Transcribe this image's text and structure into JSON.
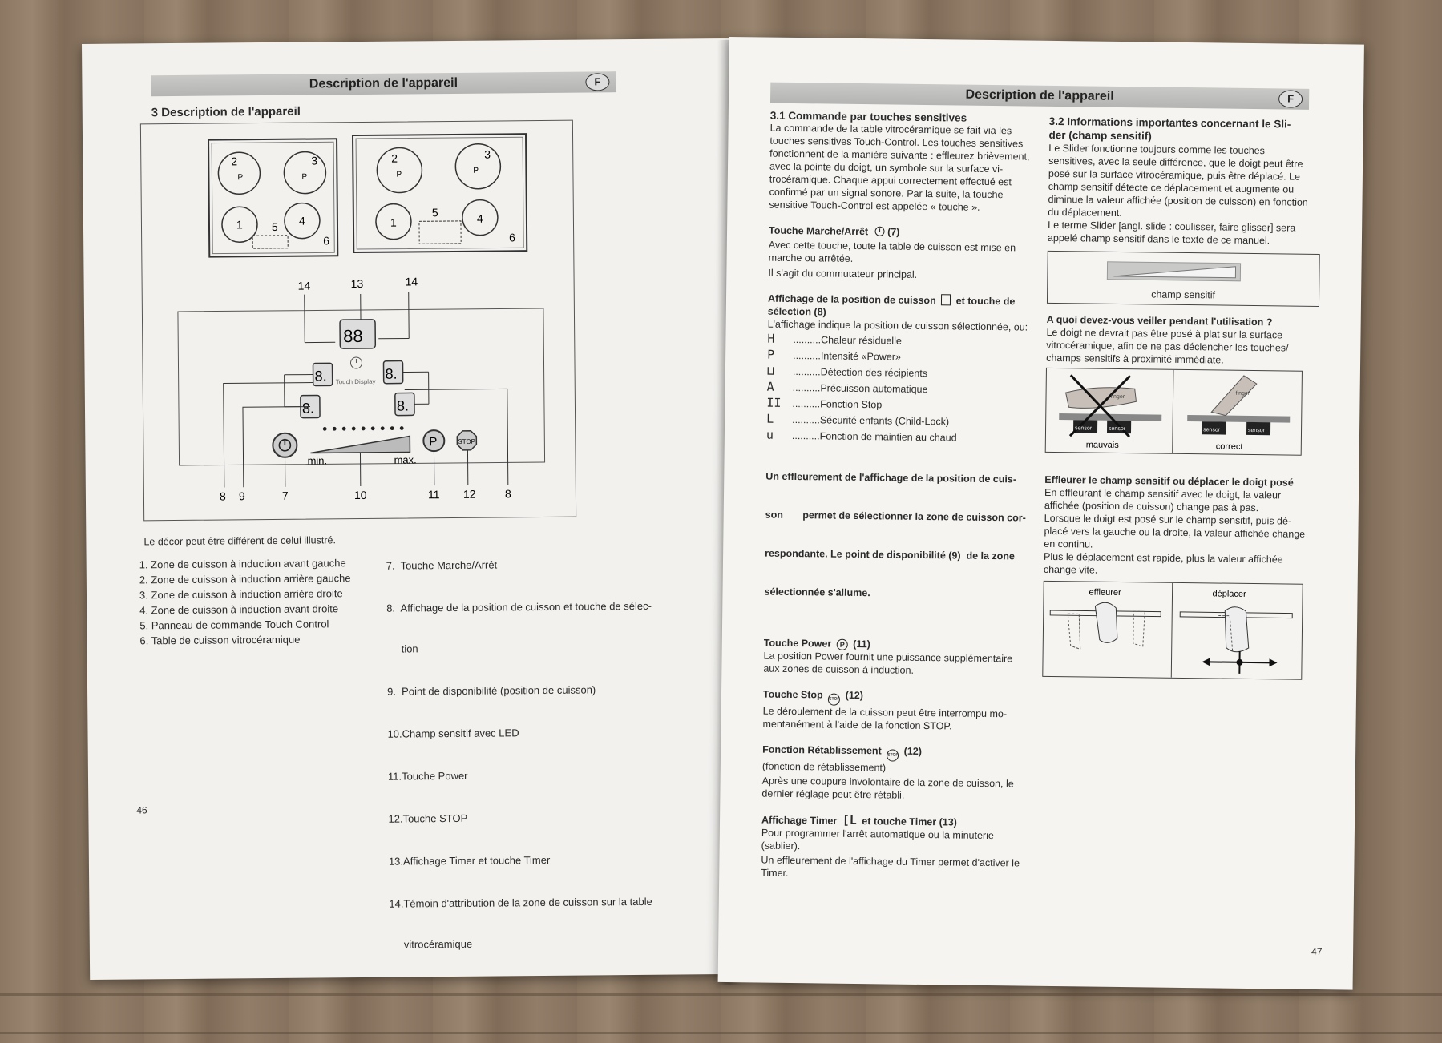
{
  "left": {
    "header": "Description de l'appareil",
    "lang": "F",
    "section_title": "3  Description de l'appareil",
    "decor_note": "Le décor peut être différent de celui illustré.",
    "diagram": {
      "zones_a": [
        "2",
        "P",
        "3",
        "P",
        "1",
        "5",
        "4",
        "6"
      ],
      "zones_b": [
        "2",
        "P",
        "3",
        "P",
        "1",
        "5",
        "4",
        "6"
      ],
      "callouts_top": [
        "14",
        "13",
        "14"
      ],
      "callouts_bottom": [
        "8",
        "9",
        "7",
        "10",
        "11",
        "12",
        "8"
      ],
      "display_digits": "88",
      "zone_digit": "8.",
      "touch_display": "Touch Display",
      "slider_min": "min.",
      "slider_max": "max.",
      "power_symbol": "P",
      "stop_symbol": "STOP"
    },
    "list_a": [
      "1.  Zone de cuisson à induction avant gauche",
      "2.  Zone de cuisson à induction arrière gauche",
      "3.  Zone de cuisson à induction arrière droite",
      "4.  Zone de cuisson à induction avant droite",
      "5.  Panneau de commande Touch Control",
      "6.  Table de cuisson vitrocéramique"
    ],
    "list_b": [
      "7.  Touche Marche/Arrêt",
      "8.  Affichage de la position de cuisson et touche de sélec-",
      "     tion",
      "9.  Point de disponibilité (position de cuisson)",
      "10.Champ sensitif avec LED",
      "11.Touche Power",
      "12.Touche STOP",
      "13.Affichage Timer et touche Timer",
      "14.Témoin d'attribution de la zone de cuisson sur la table",
      "     vitrocéramique"
    ],
    "page_number": "46"
  },
  "right": {
    "header": "Description de l'appareil",
    "lang": "F",
    "s31_title": "3.1  Commande par touches sensitives",
    "s31_body": [
      "La commande de la table vitrocéramique se fait via les",
      "touches sensitives Touch-Control. Les touches sensitives",
      "fonctionnent de la manière suivante : effleurez brièvement,",
      "avec la pointe du doigt, un symbole sur la surface vi-",
      "trocéramique. Chaque appui correctement effectué est",
      "confirmé par un signal sonore. Par la suite, la touche",
      "sensitive Touch-Control est appelée « touche »."
    ],
    "onoff_title": "Touche Marche/Arrêt",
    "onoff_num": "(7)",
    "onoff_body": [
      "Avec cette touche, toute la table de cuisson est mise en",
      "marche ou arrêtée.",
      "Il s'agit du commutateur principal."
    ],
    "pos_title_a": "Affichage de la position de cuisson",
    "pos_title_b": "et touche de",
    "pos_title_c": "sélection (8)",
    "pos_intro": "L'affichage indique la position de cuisson sélectionnée, ou:",
    "pos_symbols": [
      {
        "sym": "H",
        "text": "..........Chaleur résiduelle"
      },
      {
        "sym": "P",
        "text": "..........Intensité «Power»"
      },
      {
        "sym": "⊔",
        "text": "..........Détection des récipients"
      },
      {
        "sym": "A",
        "text": "..........Précuisson automatique"
      },
      {
        "sym": "II",
        "text": "..........Fonction Stop"
      },
      {
        "sym": "L",
        "text": "..........Sécurité enfants (Child-Lock)"
      },
      {
        "sym": "u",
        "text": "..........Fonction de maintien au chaud"
      }
    ],
    "pos_bold": [
      "Un effleurement de l'affichage de la position de cuis-",
      "son       permet de sélectionner la zone de cuisson cor-",
      "respondante. Le point de disponibilité (9)  de la zone",
      "sélectionnée s'allume."
    ],
    "power_title": "Touche Power",
    "power_num": "(11)",
    "power_body": [
      "La position Power fournit une puissance supplémentaire",
      "aux zones de cuisson à induction."
    ],
    "stop_title": "Touche Stop",
    "stop_num": "(12)",
    "stop_body": [
      "Le déroulement de la cuisson peut être interrompu mo-",
      "mentanément à l'aide de la fonction STOP."
    ],
    "rest_title": "Fonction Rétablissement",
    "rest_num": "(12)",
    "rest_body": [
      "(fonction de rétablissement)",
      "Après une coupure involontaire de la zone de cuisson, le",
      "dernier réglage peut être rétabli."
    ],
    "timer_title_a": "Affichage Timer",
    "timer_sym": "[L",
    "timer_title_b": "et touche Timer (13)",
    "timer_body": [
      "Pour programmer l'arrêt automatique ou la minuterie",
      "(sablier).",
      "Un effleurement de l'affichage du Timer permet d'activer le",
      "Timer."
    ],
    "s32_title": [
      "3.2  Informations importantes concernant le Sli-",
      "der (champ sensitif)"
    ],
    "s32_body": [
      "Le Slider fonctionne toujours comme les touches",
      "sensitives, avec la seule différence, que le doigt peut être",
      "posé sur la surface vitrocéramique, puis être déplacé. Le",
      "champ sensitif détecte ce déplacement et augmente ou",
      "diminue la valeur affichée (position de cuisson) en fonction",
      "du déplacement.",
      "Le terme Slider [angl. slide : coulisser, faire glisser] sera",
      "appelé champ sensitif dans le texte de ce manuel."
    ],
    "champ_label": "champ sensitif",
    "attention_title": "A quoi devez-vous veiller pendant l'utilisation ?",
    "attention_body": [
      "Le doigt ne devrait pas être posé à plat sur la surface",
      "vitrocéramique, afin de ne pas déclencher les touches/",
      "champs sensitifs à proximité immédiate."
    ],
    "fig_sensor": "sensor",
    "fig_finger": "finger",
    "fig_bad": "mauvais",
    "fig_good": "correct",
    "slide_title": "Effleurer le champ sensitif ou déplacer le doigt posé",
    "slide_body": [
      "En effleurant le champ sensitif avec le doigt, la valeur",
      "affichée (position de cuisson) change pas à pas.",
      "Lorsque le doigt est posé sur le champ sensitif, puis dé-",
      "placé vers la gauche ou la droite, la valeur affichée change",
      "en continu.",
      "Plus le déplacement est rapide, plus la valeur affichée",
      "change vite."
    ],
    "fig_effleurer": "effleurer",
    "fig_deplacer": "déplacer",
    "page_number": "47"
  },
  "colors": {
    "paper": "#f2f1ee",
    "header_bar": "#bdbdbb",
    "wood": "#8b7762"
  }
}
